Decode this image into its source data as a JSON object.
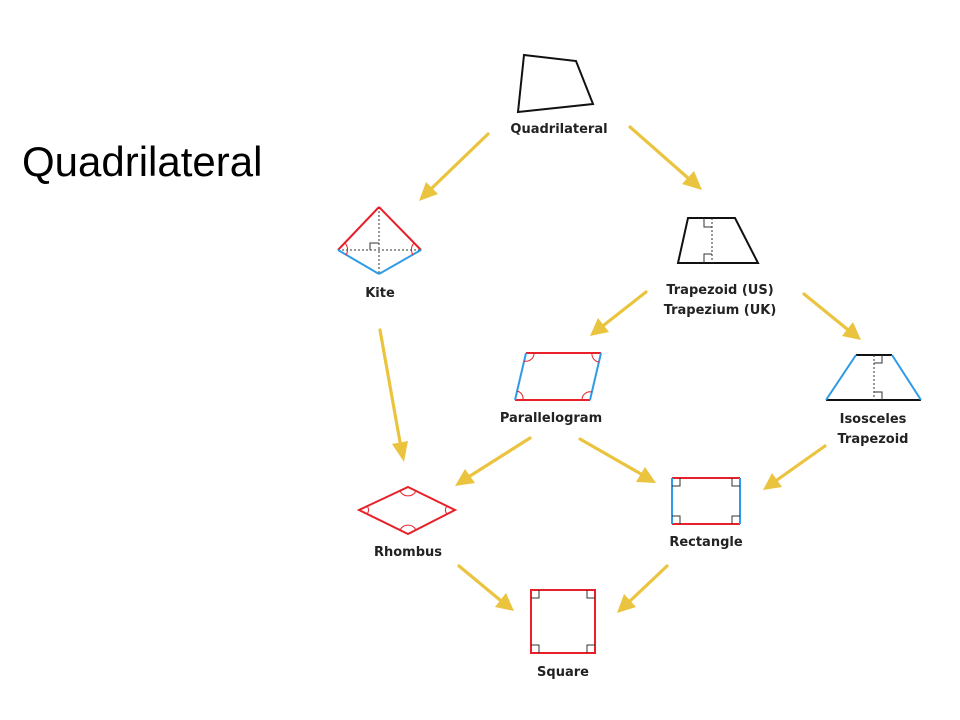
{
  "title": "Quadrilateral",
  "colors": {
    "red_side": "#E8202A",
    "blue_side": "#2E9BE6",
    "black_side": "#111111",
    "arrow": "#EBC43F"
  },
  "nodes": {
    "quadrilateral": {
      "label": "Quadrilateral"
    },
    "kite": {
      "label": "Kite"
    },
    "trapezoid": {
      "label_us": "Trapezoid (US)",
      "label_uk": "Trapezium (UK)"
    },
    "parallelogram": {
      "label": "Parallelogram"
    },
    "isosceles_trapezoid": {
      "label_line1": "Isosceles",
      "label_line2": "Trapezoid"
    },
    "rhombus": {
      "label": "Rhombus"
    },
    "rectangle": {
      "label": "Rectangle"
    },
    "square": {
      "label": "Square"
    }
  },
  "edges": [
    {
      "from": "Quadrilateral",
      "to": "Kite"
    },
    {
      "from": "Quadrilateral",
      "to": "Trapezoid (US)"
    },
    {
      "from": "Kite",
      "to": "Rhombus"
    },
    {
      "from": "Trapezoid (US)",
      "to": "Parallelogram"
    },
    {
      "from": "Trapezoid (US)",
      "to": "Isosceles Trapezoid"
    },
    {
      "from": "Parallelogram",
      "to": "Rhombus"
    },
    {
      "from": "Parallelogram",
      "to": "Rectangle"
    },
    {
      "from": "Isosceles Trapezoid",
      "to": "Rectangle"
    },
    {
      "from": "Rhombus",
      "to": "Square"
    },
    {
      "from": "Rectangle",
      "to": "Square"
    }
  ]
}
